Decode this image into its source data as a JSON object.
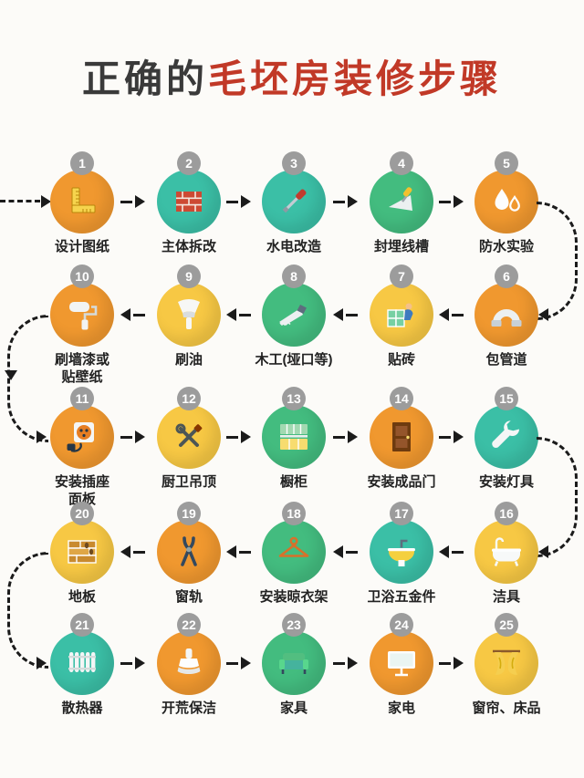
{
  "title": {
    "prefix": "正确的",
    "highlight": "毛坯房装修步骤"
  },
  "palette": {
    "orange": "#F0982F",
    "teal": "#3BBFA6",
    "green": "#43BC7F",
    "yellow": "#F7C844",
    "badge_gray": "#9C9C9C",
    "arrow_black": "#1B1B1B",
    "title_dark": "#3A3A3A",
    "title_red": "#C13927"
  },
  "steps": [
    {
      "num": "1",
      "label": "设计图纸",
      "color": "#F0982F",
      "icon": "ruler-icon"
    },
    {
      "num": "2",
      "label": "主体拆改",
      "color": "#3BBFA6",
      "icon": "brick-wall-icon"
    },
    {
      "num": "3",
      "label": "水电改造",
      "color": "#3BBFA6",
      "icon": "screwdriver-icon"
    },
    {
      "num": "4",
      "label": "封埋线槽",
      "color": "#43BC7F",
      "icon": "trowel-icon"
    },
    {
      "num": "5",
      "label": "防水实验",
      "color": "#F0982F",
      "icon": "water-drops-icon"
    },
    {
      "num": "6",
      "label": "包管道",
      "color": "#F0982F",
      "icon": "pipe-icon"
    },
    {
      "num": "7",
      "label": "贴砖",
      "color": "#F7C844",
      "icon": "tile-worker-icon"
    },
    {
      "num": "8",
      "label": "木工(垭口等)",
      "color": "#43BC7F",
      "icon": "saw-icon"
    },
    {
      "num": "9",
      "label": "刷油",
      "color": "#F7C844",
      "icon": "paint-brush-icon"
    },
    {
      "num": "10",
      "label": "刷墙漆或\n贴壁纸",
      "color": "#F0982F",
      "icon": "paint-roller-icon"
    },
    {
      "num": "11",
      "label": "安装插座\n面板",
      "color": "#F0982F",
      "icon": "power-socket-icon"
    },
    {
      "num": "12",
      "label": "厨卫吊顶",
      "color": "#F7C844",
      "icon": "ceiling-tools-icon"
    },
    {
      "num": "13",
      "label": "橱柜",
      "color": "#43BC7F",
      "icon": "cabinet-icon"
    },
    {
      "num": "14",
      "label": "安装成品门",
      "color": "#F0982F",
      "icon": "door-icon"
    },
    {
      "num": "15",
      "label": "安装灯具",
      "color": "#3BBFA6",
      "icon": "wrench-icon"
    },
    {
      "num": "16",
      "label": "洁具",
      "color": "#F7C844",
      "icon": "bathtub-icon"
    },
    {
      "num": "17",
      "label": "卫浴五金件",
      "color": "#3BBFA6",
      "icon": "sink-icon"
    },
    {
      "num": "18",
      "label": "安装晾衣架",
      "color": "#43BC7F",
      "icon": "hanger-icon"
    },
    {
      "num": "19",
      "label": "窗轨",
      "color": "#F0982F",
      "icon": "pliers-icon"
    },
    {
      "num": "20",
      "label": "地板",
      "color": "#F7C844",
      "icon": "floor-icon"
    },
    {
      "num": "21",
      "label": "散热器",
      "color": "#3BBFA6",
      "icon": "radiator-icon"
    },
    {
      "num": "22",
      "label": "开荒保洁",
      "color": "#F0982F",
      "icon": "cleaning-brush-icon"
    },
    {
      "num": "23",
      "label": "家具",
      "color": "#43BC7F",
      "icon": "sofa-icon"
    },
    {
      "num": "24",
      "label": "家电",
      "color": "#F0982F",
      "icon": "tv-icon"
    },
    {
      "num": "25",
      "label": "窗帘、床品",
      "color": "#F7C844",
      "icon": "curtains-icon"
    }
  ]
}
